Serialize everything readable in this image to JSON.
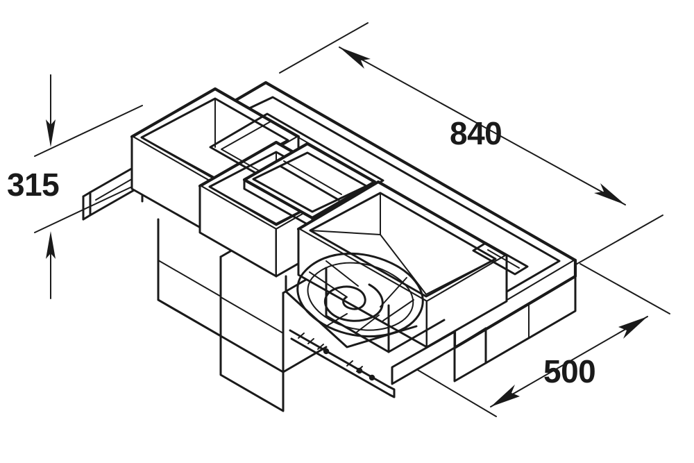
{
  "drawing": {
    "type": "isometric-technical-line-drawing",
    "subject": "pull-out kitchen waste bin and drawer organizer system",
    "background_color": "#ffffff",
    "line_color": "#1a1a1a",
    "text_color": "#1a1a1a"
  },
  "dimensions": {
    "height": {
      "value": "315",
      "label": "315",
      "orientation": "vertical",
      "position": "left",
      "arrows": "both-ends"
    },
    "width": {
      "value": "840",
      "label": "840",
      "orientation": "diagonal-down-right",
      "position": "top-right",
      "arrows": "both-ends"
    },
    "depth": {
      "value": "500",
      "label": "500",
      "orientation": "diagonal-down-left",
      "position": "bottom-right",
      "arrows": "both-ends"
    }
  },
  "components": {
    "outer_frame": "drawer-frame",
    "bins": [
      {
        "name": "large-bin-rear-left",
        "id": "bin-1"
      },
      {
        "name": "medium-bin-center",
        "id": "bin-2"
      },
      {
        "name": "long-bin-right",
        "id": "bin-3"
      },
      {
        "name": "small-lidded-compartment",
        "id": "bin-4"
      }
    ],
    "accessories": [
      {
        "name": "coiled-bag-roll",
        "id": "accessory-coil"
      },
      {
        "name": "front-rail-fitting",
        "id": "accessory-rail"
      }
    ]
  }
}
